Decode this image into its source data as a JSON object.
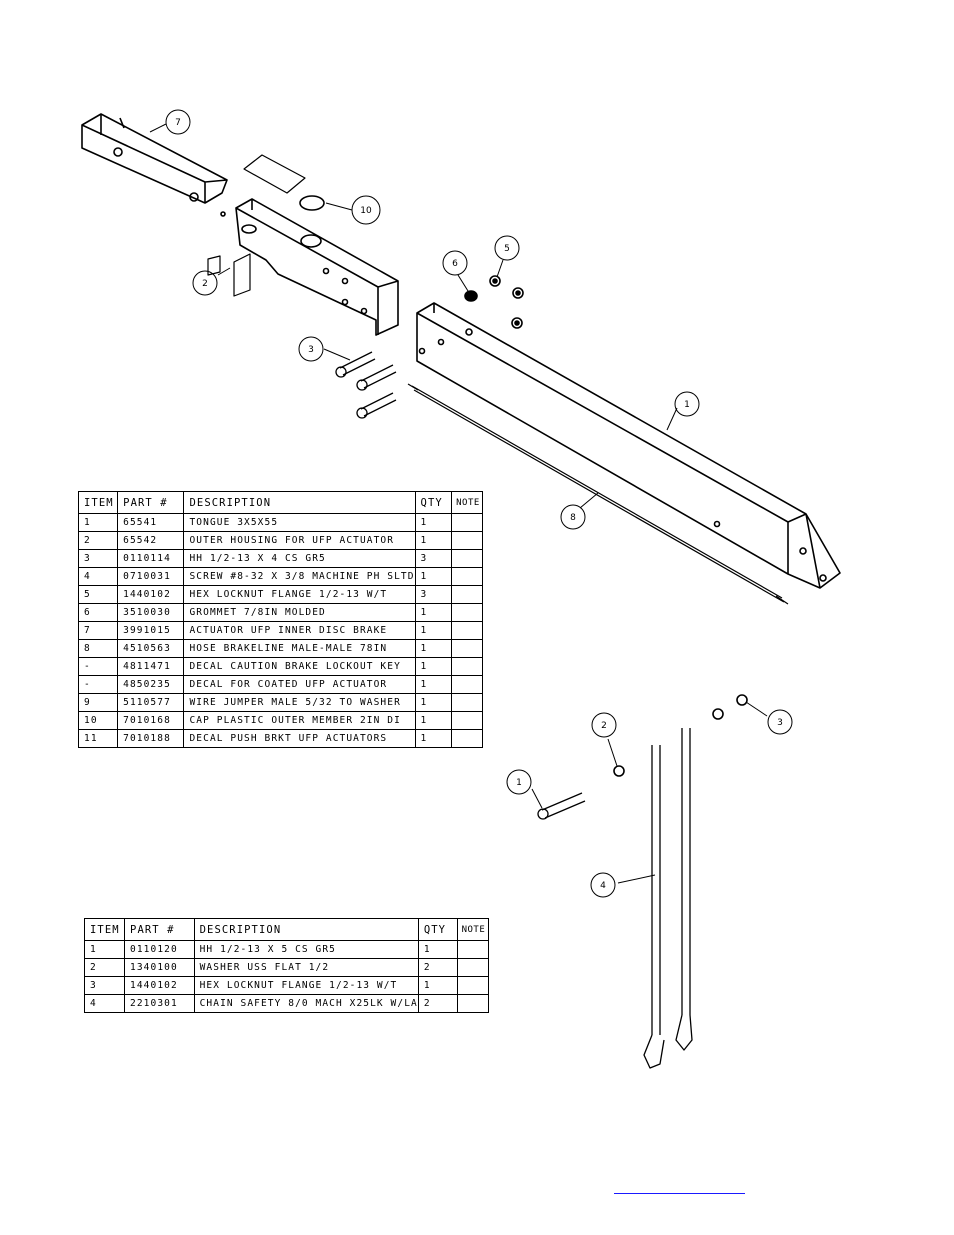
{
  "drawing_top": {
    "balloons": [
      "7",
      "10",
      "2",
      "6",
      "5",
      "3",
      "1",
      "8"
    ]
  },
  "table_top": {
    "headers": [
      "ITEM",
      "PART #",
      "DESCRIPTION",
      "QTY",
      "NOTE"
    ],
    "rows": [
      [
        "1",
        "65541",
        "TONGUE 3X5X55",
        "1",
        ""
      ],
      [
        "2",
        "65542",
        "OUTER HOUSING FOR UFP ACTUATOR",
        "1",
        ""
      ],
      [
        "3",
        "0110114",
        "HH 1/2-13 X 4 CS GR5",
        "3",
        ""
      ],
      [
        "4",
        "0710031",
        "SCREW #8-32 X 3/8 MACHINE PH SLTD",
        "1",
        ""
      ],
      [
        "5",
        "1440102",
        "HEX LOCKNUT FLANGE 1/2-13 W/T",
        "3",
        ""
      ],
      [
        "6",
        "3510030",
        "GROMMET  7/8IN MOLDED",
        "1",
        ""
      ],
      [
        "7",
        "3991015",
        "ACTUATOR UFP INNER  DISC BRAKE",
        "1",
        ""
      ],
      [
        "8",
        "4510563",
        "HOSE BRAKELINE MALE-MALE 78IN",
        "1",
        ""
      ],
      [
        "-",
        "4811471",
        "DECAL CAUTION BRAKE LOCKOUT KEY",
        "1",
        ""
      ],
      [
        "-",
        "4850235",
        "DECAL FOR COATED UFP ACTUATOR",
        "1",
        ""
      ],
      [
        "9",
        "5110577",
        "WIRE JUMPER MALE 5/32 TO WASHER",
        "1",
        ""
      ],
      [
        "10",
        "7010168",
        "CAP  PLASTIC OUTER MEMBER 2IN DI",
        "1",
        ""
      ],
      [
        "11",
        "7010188",
        "DECAL PUSH BRKT UFP ACTUATORS",
        "1",
        ""
      ]
    ]
  },
  "drawing_bottom": {
    "balloons": [
      "2",
      "3",
      "1",
      "4"
    ]
  },
  "table_bottom": {
    "headers": [
      "ITEM",
      "PART #",
      "DESCRIPTION",
      "QTY",
      "NOTE"
    ],
    "rows": [
      [
        "1",
        "0110120",
        "HH 1/2-13 X 5 CS GR5",
        "1",
        ""
      ],
      [
        "2",
        "1340100",
        "WASHER USS FLAT 1/2",
        "2",
        ""
      ],
      [
        "3",
        "1440102",
        "HEX LOCKNUT FLANGE 1/2-13 W/T",
        "1",
        ""
      ],
      [
        "4",
        "2210301",
        "CHAIN SAFETY 8/0 MACH X25LK W/LA",
        "2",
        ""
      ]
    ]
  },
  "colors": {
    "ink": "#000000",
    "link": "#1a1aff"
  }
}
